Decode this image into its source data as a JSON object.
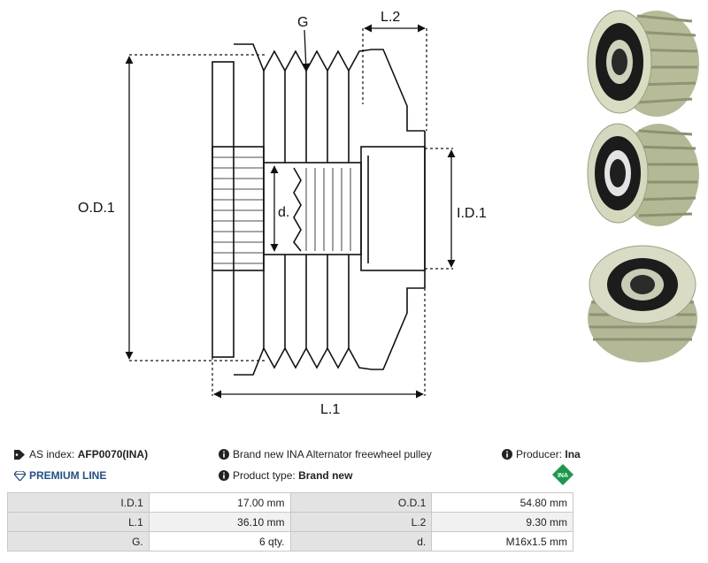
{
  "diagram": {
    "label_g": "G",
    "label_l2": "L.2",
    "label_od1": "O.D.1",
    "label_d": "d.",
    "label_id1": "I.D.1",
    "label_l1": "L.1"
  },
  "product": {
    "as_index_label": "AS index:",
    "as_index_value": "AFP0070(INA)",
    "description": "Brand new INA Alternator freewheel pulley",
    "producer_label": "Producer:",
    "producer_value": "Ina",
    "premium_line": "PREMIUM LINE",
    "product_type_label": "Product type:",
    "product_type_value": "Brand new",
    "brand_badge": "INA"
  },
  "specs": [
    {
      "label1": "I.D.1",
      "value1": "17.00 mm",
      "label2": "O.D.1",
      "value2": "54.80 mm"
    },
    {
      "label1": "L.1",
      "value1": "36.10 mm",
      "label2": "L.2",
      "value2": "9.30 mm"
    },
    {
      "label1": "G.",
      "value1": "6 qty.",
      "label2": "d.",
      "value2": "M16x1.5 mm"
    }
  ],
  "colors": {
    "premium": "#1e4f96",
    "badge": "#1a9a4a",
    "line": "#111111"
  },
  "icons": [
    "tag-icon",
    "info-icon",
    "diamond-icon"
  ]
}
